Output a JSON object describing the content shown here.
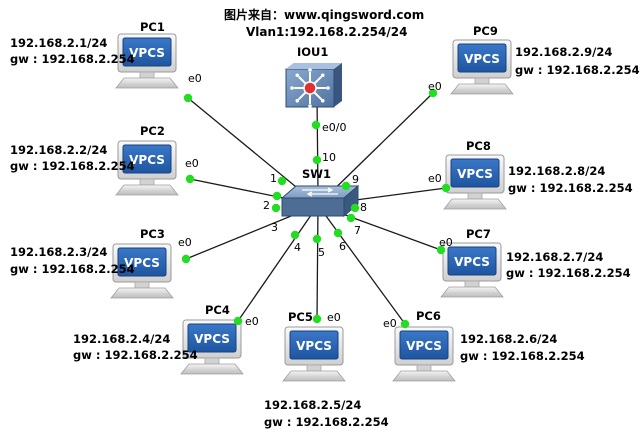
{
  "header": {
    "source": "图片来自：www.qingsword.com",
    "vlan": "Vlan1:192.168.2.254/24"
  },
  "colors": {
    "link": "#1a1a1a",
    "port_dot": "#22dd22",
    "vpcs_screen": "#2a64b6",
    "switch_body": "#5a7fa8",
    "router_body": "#6a8db7",
    "router_center": "#e03030"
  },
  "router": {
    "name": "IOU1",
    "port_label": "e0/0",
    "sw_port": "10"
  },
  "switch": {
    "name": "SW1",
    "icon": "switch-icon"
  },
  "pcs": [
    {
      "id": "pc1",
      "name": "PC1",
      "ip": "192.168.2.1/24",
      "gw": "gw : 192.168.2.254",
      "port": "e0",
      "sw_port": "1",
      "screen": "VPCS"
    },
    {
      "id": "pc2",
      "name": "PC2",
      "ip": "192.168.2.2/24",
      "gw": "gw : 192.168.2.254",
      "port": "e0",
      "sw_port": "2",
      "screen": "VPCS"
    },
    {
      "id": "pc3",
      "name": "PC3",
      "ip": "192.168.2.3/24",
      "gw": "gw : 192.168.2.254",
      "port": "e0",
      "sw_port": "3",
      "screen": "VPCS"
    },
    {
      "id": "pc4",
      "name": "PC4",
      "ip": "192.168.2.4/24",
      "gw": "gw : 192.168.2.254",
      "port": "e0",
      "sw_port": "4",
      "screen": "VPCS"
    },
    {
      "id": "pc5",
      "name": "PC5",
      "ip": "192.168.2.5/24",
      "gw": "gw : 192.168.2.254",
      "port": "e0",
      "sw_port": "5",
      "screen": "VPCS"
    },
    {
      "id": "pc6",
      "name": "PC6",
      "ip": "192.168.2.6/24",
      "gw": "gw : 192.168.2.254",
      "port": "e0",
      "sw_port": "6",
      "screen": "VPCS"
    },
    {
      "id": "pc7",
      "name": "PC7",
      "ip": "192.168.2.7/24",
      "gw": "gw : 192.168.2.254",
      "port": "e0",
      "sw_port": "7",
      "screen": "VPCS"
    },
    {
      "id": "pc8",
      "name": "PC8",
      "ip": "192.168.2.8/24",
      "gw": "gw : 192.168.2.254",
      "port": "e0",
      "sw_port": "8",
      "screen": "VPCS"
    },
    {
      "id": "pc9",
      "name": "PC9",
      "ip": "192.168.2.9/24",
      "gw": "gw : 192.168.2.254",
      "port": "e0",
      "sw_port": "9",
      "screen": "VPCS"
    }
  ]
}
